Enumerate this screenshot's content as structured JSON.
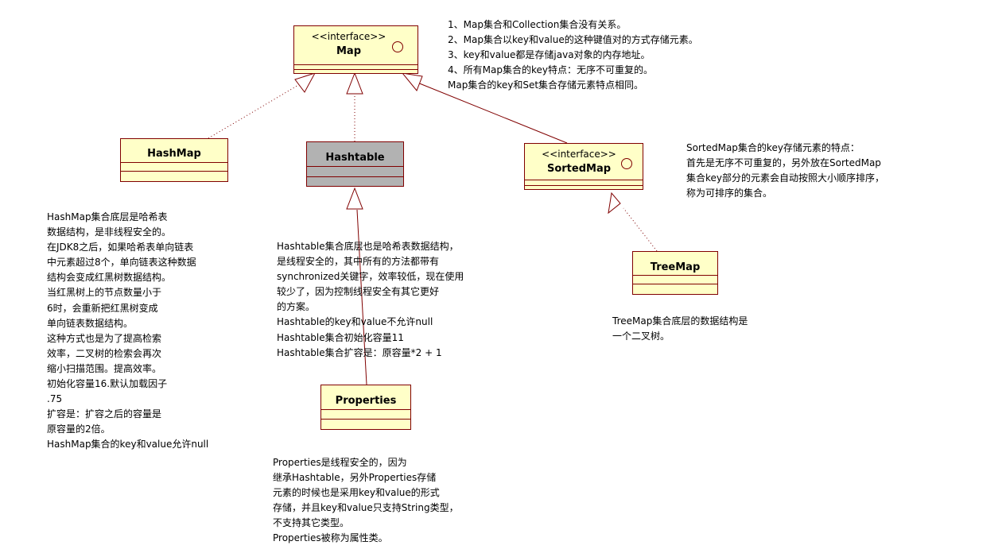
{
  "classes": {
    "map": {
      "stereotype": "<<interface>>",
      "name": "Map"
    },
    "hashmap": {
      "name": "HashMap"
    },
    "hashtable": {
      "name": "Hashtable"
    },
    "sortedmap": {
      "stereotype": "<<interface>>",
      "name": "SortedMap"
    },
    "treemap": {
      "name": "TreeMap"
    },
    "properties": {
      "name": "Properties"
    }
  },
  "notes": {
    "map_note": "1、Map集合和Collection集合没有关系。\n2、Map集合以key和value的这种键值对的方式存储元素。\n3、key和value都是存储java对象的内存地址。\n4、所有Map集合的key特点：无序不可重复的。\nMap集合的key和Set集合存储元素特点相同。",
    "sortedmap_note": "SortedMap集合的key存储元素的特点：\n首先是无序不可重复的，另外放在SortedMap\n集合key部分的元素会自动按照大小顺序排序，\n称为可排序的集合。",
    "hashmap_note": "HashMap集合底层是哈希表\n数据结构，是非线程安全的。\n在JDK8之后，如果哈希表单向链表\n中元素超过8个，单向链表这种数据\n结构会变成红黑树数据结构。\n当红黑树上的节点数量小于\n6时，会重新把红黑树变成\n单向链表数据结构。\n这种方式也是为了提高检索\n效率，二叉树的检索会再次\n缩小扫描范围。提高效率。\n初始化容量16.默认加载因子\n.75\n扩容是：扩容之后的容量是\n原容量的2倍。\nHashMap集合的key和value允许null",
    "hashtable_note": "Hashtable集合底层也是哈希表数据结构，\n是线程安全的，其中所有的方法都带有\nsynchronized关键字，效率较低，现在使用\n较少了，因为控制线程安全有其它更好\n的方案。\nHashtable的key和value不允许null\nHashtable集合初始化容量11\nHashtable集合扩容是：原容量*2 + 1",
    "treemap_note": "TreeMap集合底层的数据结构是\n一个二叉树。",
    "properties_note": "Properties是线程安全的，因为\n继承Hashtable，另外Properties存储\n元素的时候也是采用key和value的形式\n存储，并且key和value只支持String类型，\n不支持其它类型。\nProperties被称为属性类。"
  },
  "colors": {
    "class_fill": "#ffffc8",
    "class_fill_hashtable": "#b2b2b2",
    "border": "#800000"
  }
}
